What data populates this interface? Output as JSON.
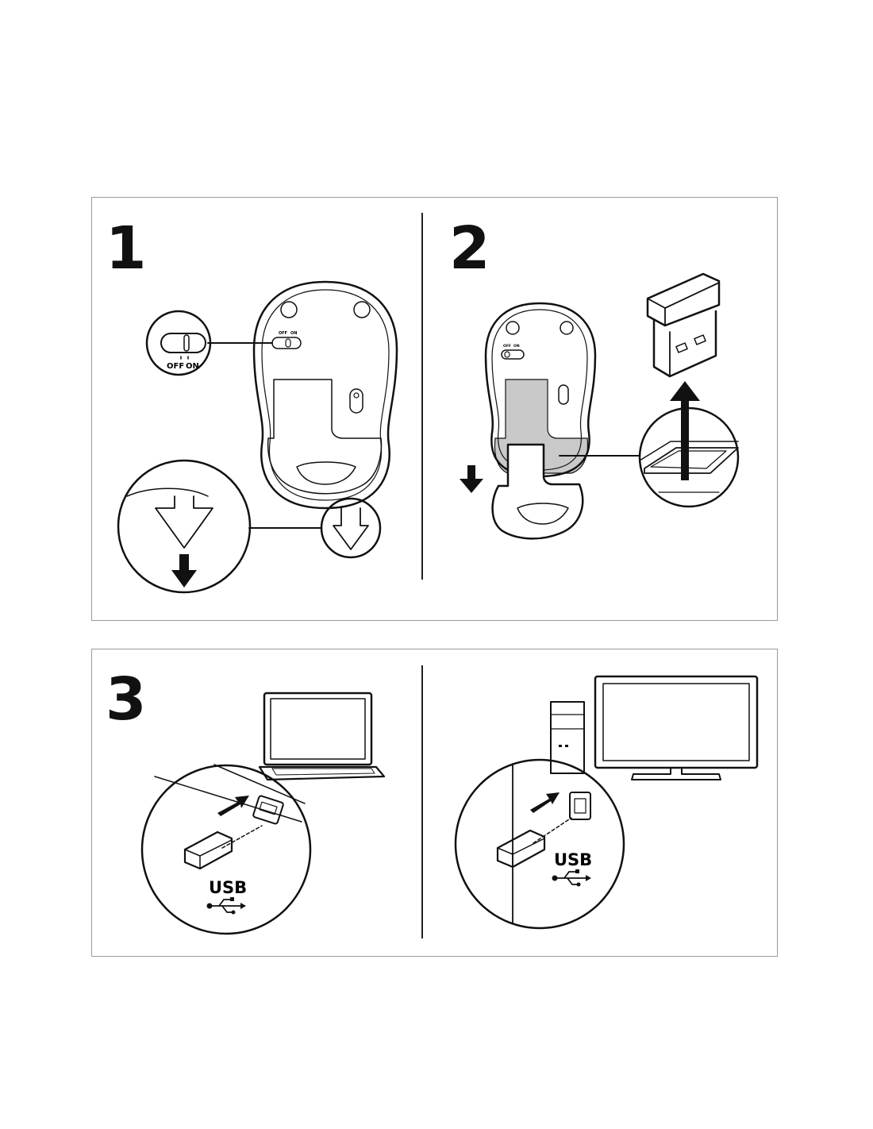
{
  "steps": [
    {
      "number": "1",
      "switch": {
        "off_label": "OFF",
        "on_label": "ON"
      }
    },
    {
      "number": "2",
      "switch": {
        "off_label": "OFF",
        "on_label": "ON"
      }
    },
    {
      "number": "3",
      "laptop_port_label": "USB",
      "desktop_port_label": "USB"
    }
  ],
  "colors": {
    "line": "#111111",
    "panel_border": "#9a9a9a",
    "cover_fill": "#c9c9c9"
  }
}
